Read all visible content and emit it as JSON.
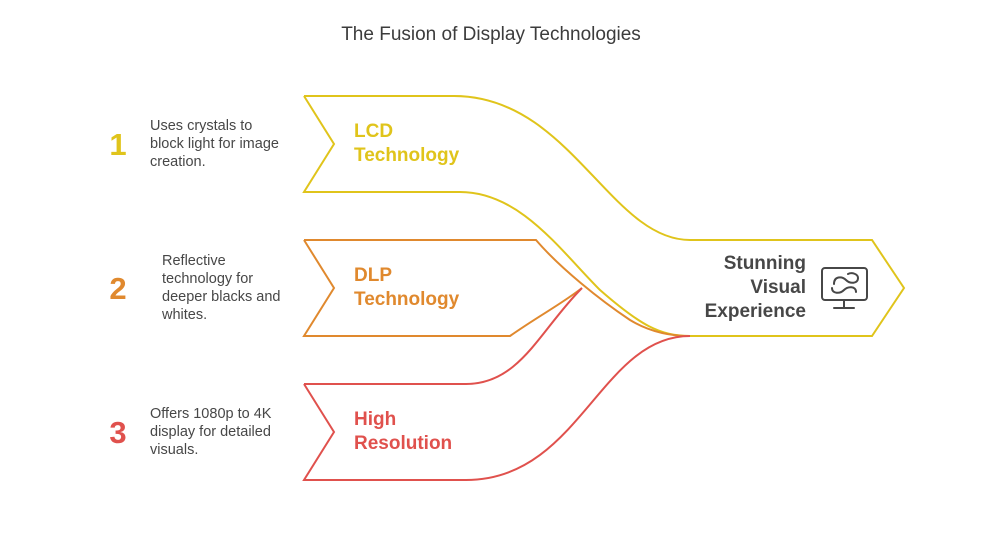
{
  "title": "The Fusion of Display Technologies",
  "colors": {
    "lcd": "#e0c41b",
    "dlp": "#e0892e",
    "high_res": "#e0514d",
    "result_stroke": "#e0c41b",
    "text": "#474747"
  },
  "items": [
    {
      "number": "1",
      "desc_lines": [
        "Uses crystals to",
        "block light for image",
        "creation."
      ],
      "label_lines": [
        "LCD",
        "Technology"
      ]
    },
    {
      "number": "2",
      "desc_lines": [
        "Reflective",
        "technology for",
        "deeper blacks and",
        "whites."
      ],
      "label_lines": [
        "DLP",
        "Technology"
      ]
    },
    {
      "number": "3",
      "desc_lines": [
        "Offers 1080p to 4K",
        "display for detailed",
        "visuals."
      ],
      "label_lines": [
        "High",
        "Resolution"
      ]
    }
  ],
  "result": {
    "label_lines": [
      "Stunning",
      "Visual",
      "Experience"
    ],
    "icon": "monitor-icon"
  }
}
